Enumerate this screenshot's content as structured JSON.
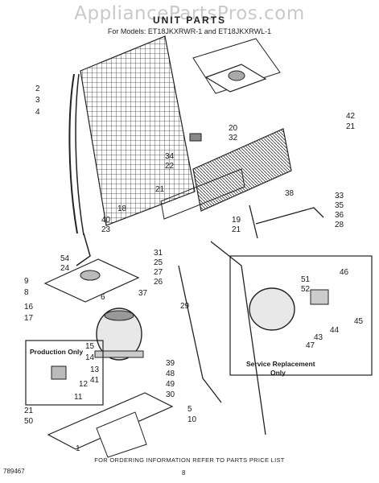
{
  "watermark": "AppliancePartsPros.com",
  "header": {
    "title": "UNIT PARTS",
    "subtitle": "For Models: ET18JKXRWR-1 and ET18JKXRWL-1"
  },
  "callouts": [
    "2",
    "3",
    "4",
    "20",
    "32",
    "42",
    "21",
    "34",
    "22",
    "21",
    "18",
    "40",
    "23",
    "38",
    "33",
    "35",
    "36",
    "28",
    "19",
    "21",
    "54",
    "24",
    "9",
    "8",
    "31",
    "25",
    "27",
    "26",
    "6",
    "46",
    "51",
    "52",
    "45",
    "44",
    "43",
    "47",
    "37",
    "16",
    "17",
    "15",
    "14",
    "13",
    "12",
    "11",
    "29",
    "39",
    "48",
    "49",
    "30",
    "5",
    "10",
    "21",
    "50",
    "1",
    "41"
  ],
  "labels": {
    "production_only": "Production Only",
    "service_replacement": "Service Replacement",
    "service_only": "Only"
  },
  "footer": {
    "note": "FOR ORDERING INFORMATION REFER TO PARTS PRICE LIST",
    "doc_number": "789467",
    "page": "8"
  }
}
